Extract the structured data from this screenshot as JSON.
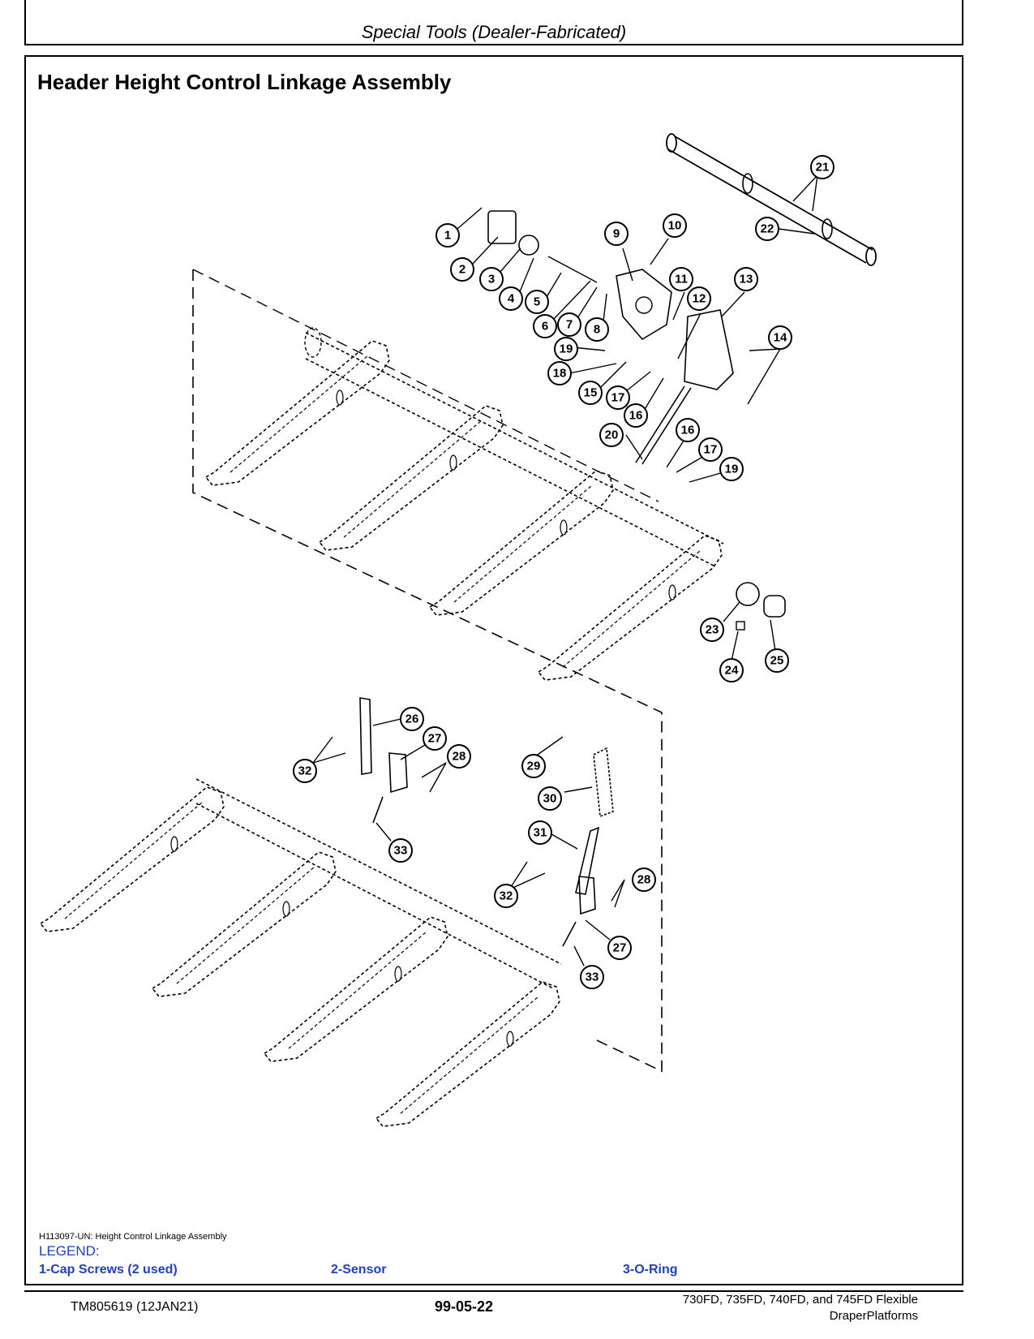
{
  "header": {
    "section_title": "Special Tools (Dealer-Fabricated)"
  },
  "main": {
    "title": "Header Height Control Linkage Assembly",
    "figure_caption": "H113097-UN: Height Control Linkage Assembly",
    "legend_heading": "LEGEND:",
    "legend_items": [
      "1-Cap Screws (2 used)",
      "2-Sensor",
      "3-O-Ring"
    ],
    "callouts": [
      "1",
      "2",
      "3",
      "4",
      "5",
      "6",
      "7",
      "8",
      "9",
      "10",
      "11",
      "12",
      "13",
      "14",
      "15",
      "16",
      "17",
      "18",
      "19",
      "20",
      "21",
      "22",
      "23",
      "24",
      "25",
      "26",
      "27",
      "28",
      "29",
      "30",
      "31",
      "32",
      "33"
    ]
  },
  "footer": {
    "doc_id": "TM805619 (12JAN21)",
    "page": "99-05-22",
    "product_line1": "730FD, 735FD, 740FD, and 745FD Flexible",
    "product_line2": "DraperPlatforms"
  }
}
